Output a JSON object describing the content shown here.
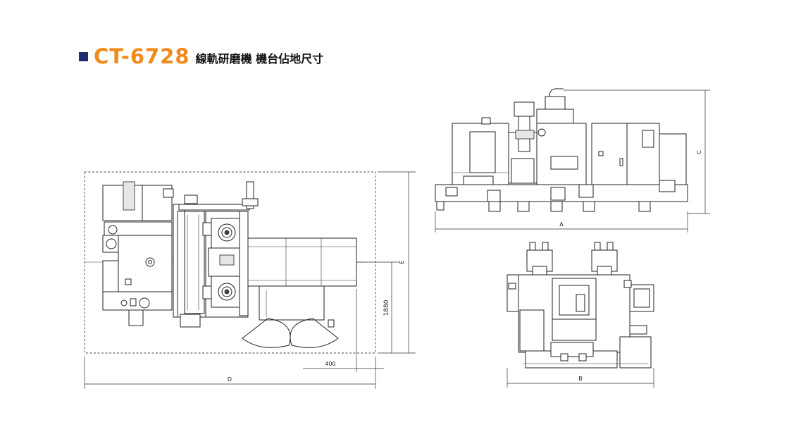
{
  "header": {
    "model": "CT-6728",
    "subtitle": "線軌研磨機 機台佔地尺寸"
  },
  "dimensions": {
    "A": "A",
    "B": "B",
    "C": "C",
    "D": "D",
    "E": "E",
    "depth_1880": "1880",
    "offset_400": "400"
  },
  "colors": {
    "accent": "#f08a1a",
    "bullet": "#1f2b6e"
  }
}
